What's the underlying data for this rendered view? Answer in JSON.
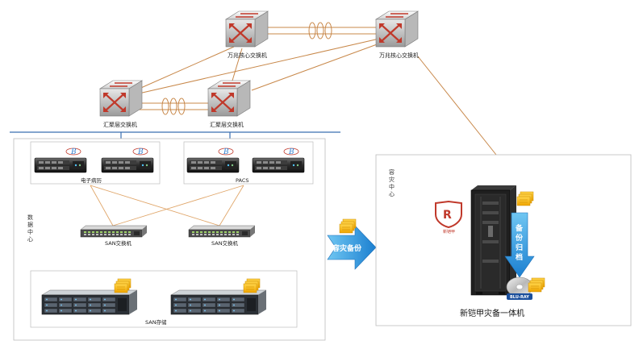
{
  "core_switches": [
    {
      "label": "万兆核心交换机"
    },
    {
      "label": "万兆核心交换机"
    }
  ],
  "aggregation_switches": [
    {
      "label": "汇聚层交换机"
    },
    {
      "label": "汇聚层交换机"
    }
  ],
  "data_center": {
    "label_chars": [
      "数",
      "据",
      "中",
      "心"
    ],
    "server_groups": [
      {
        "label": "电子病历"
      },
      {
        "label": "PACS"
      }
    ],
    "san_switches": [
      {
        "label": "SAN交换机"
      },
      {
        "label": "SAN交换机"
      }
    ],
    "san_storage": {
      "label": "SAN存储"
    }
  },
  "transfer_arrow": {
    "label": "容灾备份"
  },
  "dr_center": {
    "label_chars": [
      "容",
      "灾",
      "中",
      "心"
    ],
    "device_label": "新铠甲灾备一体机",
    "logo_text": "新铠甲",
    "backup_chars": [
      "备",
      "份",
      "归",
      "档"
    ],
    "disc_label": "BLU-RAY"
  },
  "colors": {
    "link_orange": "#c8884a",
    "lan_blue": "#3a6fb0",
    "arrow_blue": "#2f8fd6",
    "switch_red": "#c0392b",
    "folder_yellow": "#f5b800",
    "rack_dark": "#1f1f1f"
  }
}
